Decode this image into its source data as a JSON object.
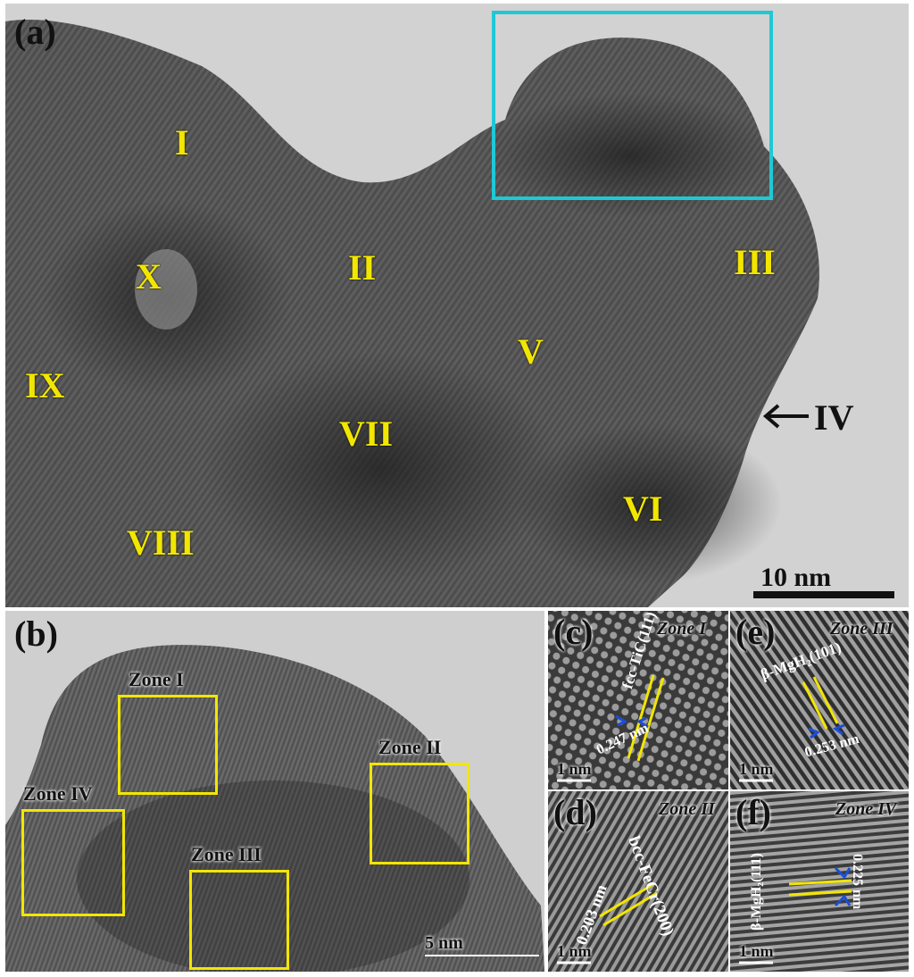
{
  "panel_a": {
    "label": "(a)",
    "regions": [
      "I",
      "II",
      "III",
      "IV",
      "V",
      "VI",
      "VII",
      "VIII",
      "IX",
      "X"
    ],
    "arrow": "←",
    "scale_bar": "10 nm",
    "highlight_color": "#1fc8d6"
  },
  "panel_b": {
    "label": "(b)",
    "zones": [
      "Zone I",
      "Zone II",
      "Zone III",
      "Zone IV"
    ],
    "scale_bar": "5 nm",
    "box_color": "#f2e600"
  },
  "panel_c": {
    "label": "(c)",
    "zone": "Zone I",
    "phase": "fcc-TiC(111)",
    "spacing": "0.247 nm",
    "scale_bar": "1 nm"
  },
  "panel_d": {
    "label": "(d)",
    "zone": "Zone II",
    "phase": "bcc-FeCr(200)",
    "spacing": "0.203 nm",
    "scale_bar": "1 nm"
  },
  "panel_e": {
    "label": "(e)",
    "zone": "Zone III",
    "phase": "β-MgH₂(101)",
    "spacing": "0.253 nm",
    "scale_bar": "1 nm"
  },
  "panel_f": {
    "label": "(f)",
    "zone": "Zone IV",
    "phase": "β-MgH₂(111)",
    "spacing": "0.225 nm",
    "scale_bar": "1 nm"
  }
}
